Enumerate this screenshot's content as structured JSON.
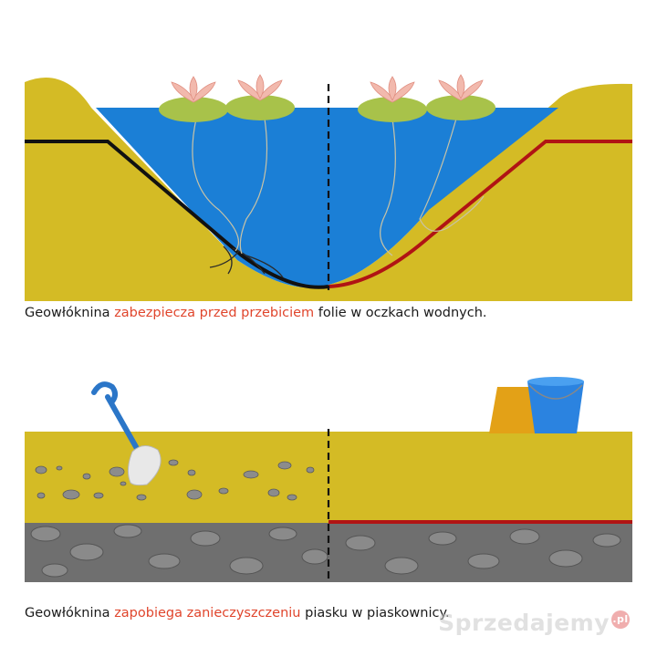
{
  "pond_caption": {
    "before": "Geowłóknina ",
    "highlight": "zabezpiecza przed przebiciem",
    "after": " folie w oczkach wodnych."
  },
  "sand_caption": {
    "before": "Geowłóknina ",
    "highlight": "zapobiega zanieczyszczeniu",
    "after": " piasku w piaskownicy."
  },
  "watermark": {
    "text": "Sprzedajemy",
    "badge": ".pl"
  },
  "colors": {
    "soil": "#d4bb25",
    "water": "#1b7fd6",
    "liner_left": "#111111",
    "liner_right": "#b01414",
    "stones": "#6f6f6f",
    "highlight": "#e0452c"
  }
}
